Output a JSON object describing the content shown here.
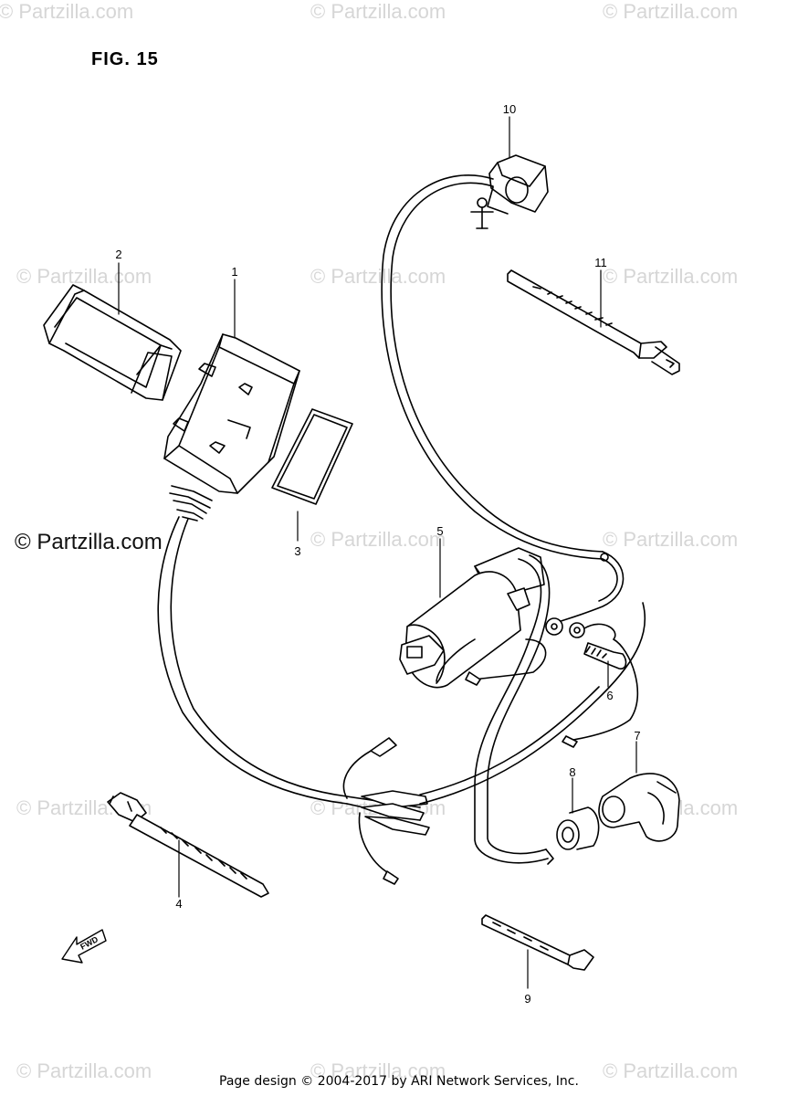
{
  "figure_title": "FIG. 15",
  "watermark_text": "© Partzilla.com",
  "main_watermark": "© Partzilla.com",
  "footer": "Page design © 2004-2017 by ARI Network Services, Inc.",
  "fwd_label": "FWD",
  "callouts": [
    "1",
    "2",
    "3",
    "4",
    "5",
    "6",
    "7",
    "8",
    "9",
    "10",
    "11"
  ]
}
